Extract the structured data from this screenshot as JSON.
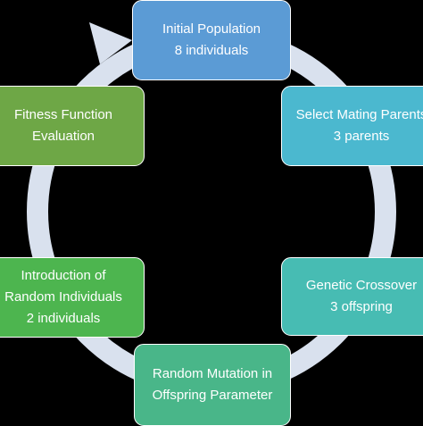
{
  "nodes": [
    {
      "id": "initial-population",
      "lines": [
        "Initial Population",
        "8 individuals"
      ]
    },
    {
      "id": "select-mating-parents",
      "lines": [
        "Select Mating Parents",
        "3 parents"
      ]
    },
    {
      "id": "genetic-crossover",
      "lines": [
        "Genetic Crossover",
        "3 offspring"
      ]
    },
    {
      "id": "random-mutation",
      "lines": [
        "Random Mutation in",
        "Offspring Parameter"
      ]
    },
    {
      "id": "random-individuals",
      "lines": [
        "Introduction of",
        "Random Individuals",
        "2 individuals"
      ]
    },
    {
      "id": "fitness-evaluation",
      "lines": [
        "Fitness Function",
        "Evaluation"
      ]
    }
  ],
  "colors": {
    "background": "#000000",
    "ring": "#d9e1ee",
    "initial_population": "#5b9bd5",
    "select_mating_parents": "#4bb8cf",
    "genetic_crossover": "#47bcb3",
    "random_mutation": "#49b689",
    "random_individuals": "#4db54f",
    "fitness_evaluation": "#6ea746"
  }
}
